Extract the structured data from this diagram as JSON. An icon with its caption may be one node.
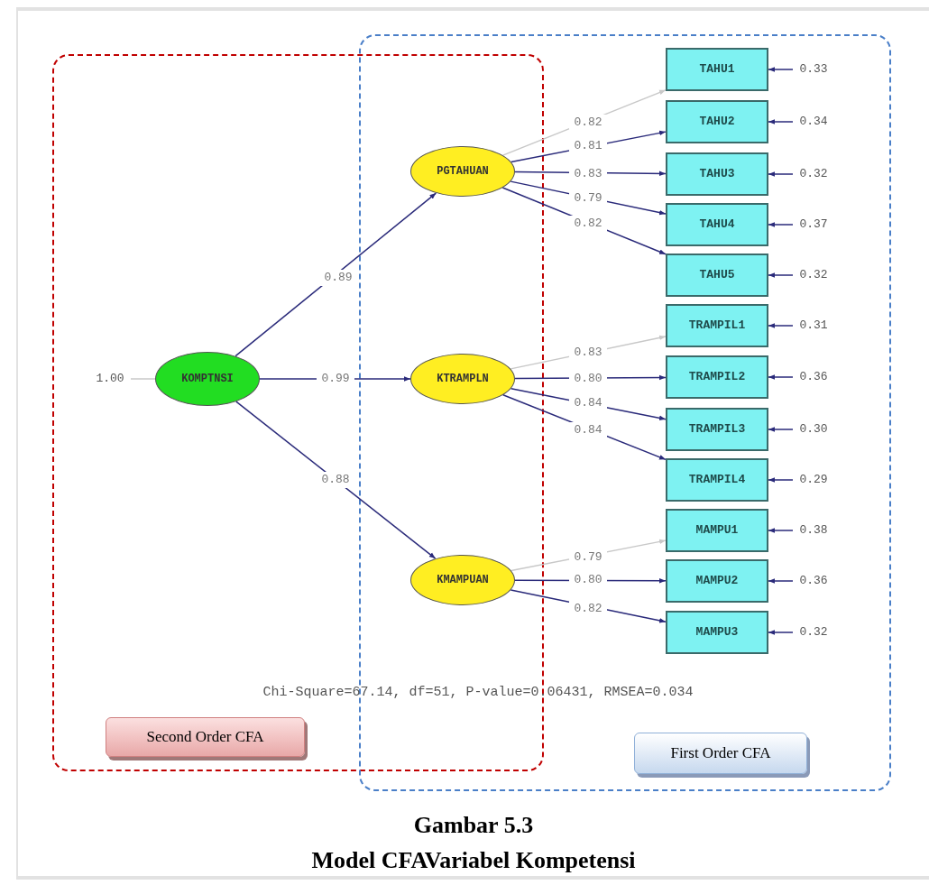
{
  "diagram": {
    "title": "Gambar 5.3",
    "caption": "Model CFAVariabel Kompetensi",
    "nodes": [
      {
        "text": [
          "1.00"
        ]
      },
      {
        "text": [
          "KOMPTNSI"
        ]
      },
      {
        "text": [
          "PGTAHUAN"
        ]
      },
      {
        "text": [
          "KTRAMPLN"
        ]
      },
      {
        "text": [
          "KMAMPUAN"
        ]
      },
      {
        "text": [
          "TAHU1"
        ]
      },
      {
        "text": [
          "TAHU2"
        ]
      },
      {
        "text": [
          "TAHU3"
        ]
      },
      {
        "text": [
          "TAHU4"
        ]
      },
      {
        "text": [
          "TAHU5"
        ]
      },
      {
        "text": [
          "TRAMPIL1"
        ]
      },
      {
        "text": [
          "TRAMPIL2"
        ]
      },
      {
        "text": [
          "TRAMPIL3"
        ]
      },
      {
        "text": [
          "TRAMPIL4"
        ]
      },
      {
        "text": [
          "MAMPU1"
        ]
      },
      {
        "text": [
          "MAMPU2"
        ]
      },
      {
        "text": [
          "MAMPU3"
        ]
      },
      {
        "text": [
          "0.33"
        ]
      },
      {
        "text": [
          "0.34"
        ]
      },
      {
        "text": [
          "0.32"
        ]
      },
      {
        "text": [
          "0.37"
        ]
      },
      {
        "text": [
          "0.32"
        ]
      },
      {
        "text": [
          "0.31"
        ]
      },
      {
        "text": [
          "0.36"
        ]
      },
      {
        "text": [
          "0.30"
        ]
      },
      {
        "text": [
          "0.29"
        ]
      },
      {
        "text": [
          "0.38"
        ]
      },
      {
        "text": [
          "0.36"
        ]
      },
      {
        "text": [
          "0.32"
        ]
      }
    ],
    "edges": [
      {
        "from": 0,
        "to": 1,
        "arrow": "none",
        "color": "#c8c8c8"
      },
      {
        "from": 1,
        "to": 2,
        "arrow": "to",
        "label": "0.89"
      },
      {
        "from": 1,
        "to": 3,
        "arrow": "to",
        "label": "0.99"
      },
      {
        "from": 1,
        "to": 4,
        "arrow": "to",
        "label": "0.88"
      },
      {
        "from": 2,
        "to": 5,
        "arrow": "to",
        "label": "0.82",
        "color": "#c8c8c8"
      },
      {
        "from": 2,
        "to": 6,
        "arrow": "to",
        "label": "0.81"
      },
      {
        "from": 2,
        "to": 7,
        "arrow": "to",
        "label": "0.83"
      },
      {
        "from": 2,
        "to": 8,
        "arrow": "to",
        "label": "0.79"
      },
      {
        "from": 2,
        "to": 9,
        "arrow": "to",
        "label": "0.82"
      },
      {
        "from": 3,
        "to": 10,
        "arrow": "to",
        "label": "0.83",
        "color": "#c8c8c8"
      },
      {
        "from": 3,
        "to": 11,
        "arrow": "to",
        "label": "0.80"
      },
      {
        "from": 3,
        "to": 12,
        "arrow": "to",
        "label": "0.84"
      },
      {
        "from": 3,
        "to": 13,
        "arrow": "to",
        "label": "0.84"
      },
      {
        "from": 4,
        "to": 14,
        "arrow": "to",
        "label": "0.79",
        "color": "#c8c8c8"
      },
      {
        "from": 4,
        "to": 15,
        "arrow": "to",
        "label": "0.80"
      },
      {
        "from": 4,
        "to": 16,
        "arrow": "to",
        "label": "0.82"
      },
      {
        "from": 17,
        "to": 5,
        "arrow": "to"
      },
      {
        "from": 18,
        "to": 6,
        "arrow": "to"
      },
      {
        "from": 19,
        "to": 7,
        "arrow": "to"
      },
      {
        "from": 20,
        "to": 8,
        "arrow": "to"
      },
      {
        "from": 21,
        "to": 9,
        "arrow": "to"
      },
      {
        "from": 22,
        "to": 10,
        "arrow": "to"
      },
      {
        "from": 23,
        "to": 11,
        "arrow": "to"
      },
      {
        "from": 24,
        "to": 12,
        "arrow": "to"
      },
      {
        "from": 25,
        "to": 13,
        "arrow": "to"
      },
      {
        "from": 26,
        "to": 14,
        "arrow": "to"
      },
      {
        "from": 27,
        "to": 15,
        "arrow": "to"
      },
      {
        "from": 28,
        "to": 16,
        "arrow": "to"
      }
    ],
    "labels": [
      "Chi-Square=67.14, df=51, P-value=0.06431, RMSEA=0.034",
      "Second Order CFA",
      "First Order CFA"
    ]
  }
}
